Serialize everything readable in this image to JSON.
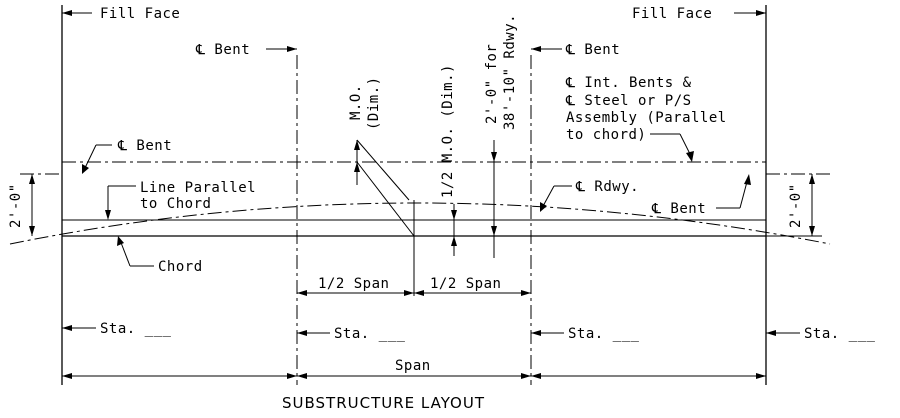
{
  "labels": {
    "fill_face_left": "Fill Face",
    "fill_face_right": "Fill Face",
    "cl_bent_left_top": "℄ Bent",
    "cl_bent_right_top": "℄ Bent",
    "mo_dim_1": "M.O.",
    "mo_dim_2": "(Dim.)",
    "half_mo_dim": "1/2 M.O. (Dim.)",
    "two_ft_for_1": "2'-0\" for",
    "two_ft_for_2": "38'-10\" Rdwy.",
    "int_bents_1": "℄ Int. Bents &",
    "int_bents_2": "℄ Steel or P/S",
    "int_bents_3": "Assembly (Parallel",
    "int_bents_4": "to chord)",
    "cl_bent_side": "℄ Bent",
    "line_parallel_1": "Line Parallel",
    "line_parallel_2": "to Chord",
    "cl_rdwy": "℄ Rdwy.",
    "cl_bent_right_low": "℄ Bent",
    "two_ft_left": "2'-0\"",
    "two_ft_right": "2'-0\"",
    "chord": "Chord",
    "half_span_left": "1/2 Span",
    "half_span_right": "1/2 Span",
    "sta_1": "Sta. ___",
    "sta_2": "Sta. ___",
    "sta_3": "Sta. ___",
    "sta_4": "Sta. ___",
    "span": "Span",
    "title": "SUBSTRUCTURE LAYOUT"
  }
}
